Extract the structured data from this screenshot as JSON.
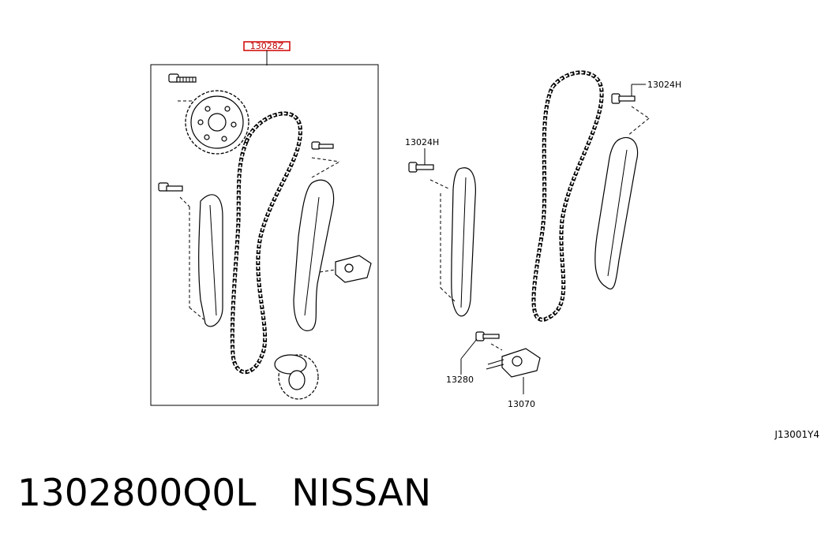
{
  "callouts": {
    "kit": "13028Z",
    "bolt_upper_right": "13024H",
    "bolt_middle": "13024H",
    "bolt_tensioner": "13280",
    "tensioner": "13070"
  },
  "diagram_code": "J13001Y4",
  "caption": {
    "part_number": "1302800Q0L",
    "brand": "NISSAN"
  }
}
